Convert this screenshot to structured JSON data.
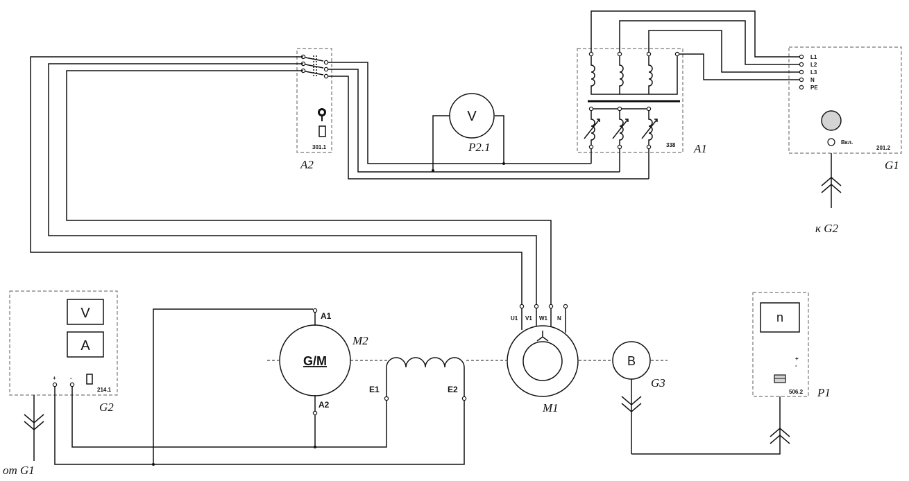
{
  "modules": {
    "a2": {
      "code": "301.1",
      "label": "A2"
    },
    "a1": {
      "code": "338",
      "label": "A1"
    },
    "g1": {
      "code": "201.2",
      "label": "G1",
      "terminals": [
        "L1",
        "L2",
        "L3",
        "N",
        "PE"
      ],
      "switch_label": "Вкл."
    },
    "g2": {
      "code": "214.1",
      "label": "G2",
      "meter_v": "V",
      "meter_a": "A",
      "plus": "+",
      "minus": "-"
    },
    "p1": {
      "code": "506.2",
      "label": "P1",
      "display": "n",
      "plus_mark": "+",
      "minus_mark": "-"
    },
    "p21": {
      "label": "P2.1",
      "symbol": "V"
    }
  },
  "machines": {
    "m2": {
      "label": "M2",
      "symbol": "G/M",
      "term_top": "A1",
      "term_bottom": "A2",
      "field_left": "E1",
      "field_right": "E2"
    },
    "m1": {
      "label": "M1",
      "terminals": [
        "U1",
        "V1",
        "W1",
        "N"
      ]
    },
    "g3": {
      "label": "G3",
      "symbol": "B"
    }
  },
  "connectors": {
    "to_g2": "к G2",
    "from_g1": "от G1"
  }
}
